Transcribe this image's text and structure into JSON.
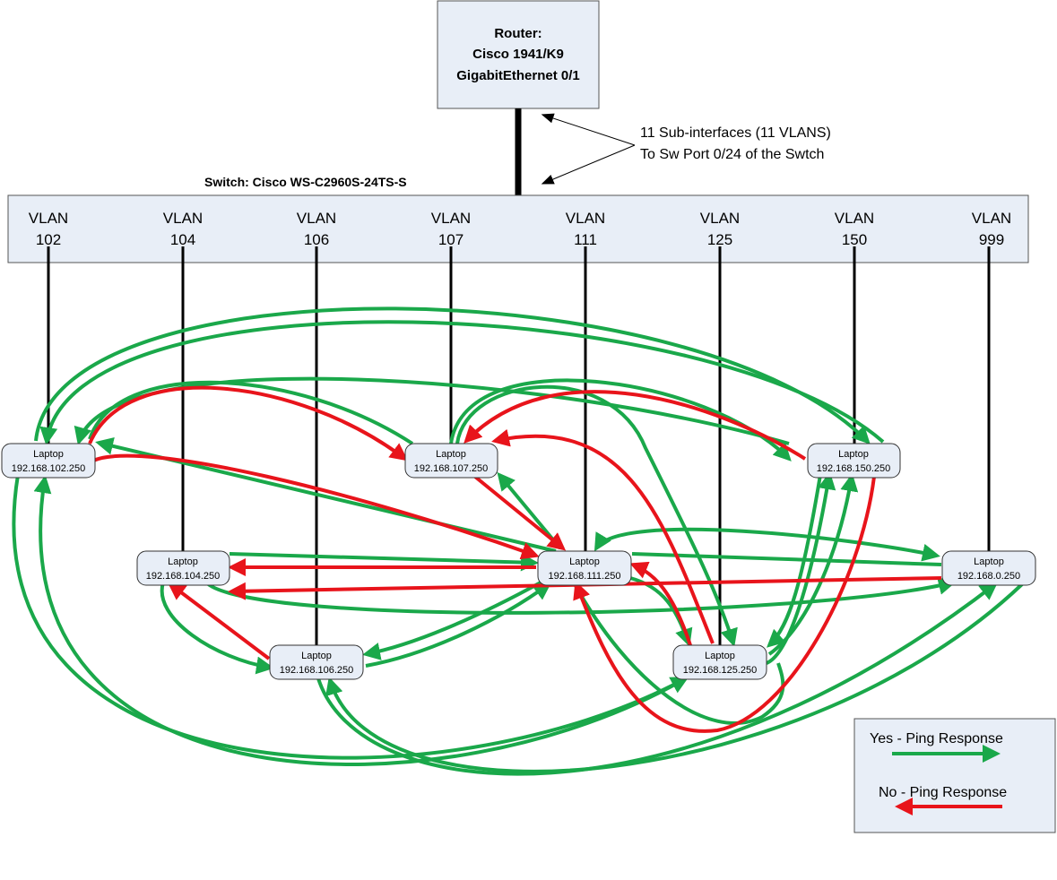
{
  "router": {
    "line1": "Router:",
    "line2": "Cisco 1941/K9",
    "line3": "GigabitEthernet 0/1"
  },
  "trunk_note": {
    "line1": "11 Sub-interfaces (11 VLANS)",
    "line2": "To Sw Port 0/24 of the Swtch"
  },
  "switch_label": "Switch: Cisco WS-C2960S-24TS-S",
  "vlans": [
    {
      "label": "VLAN",
      "id": "102"
    },
    {
      "label": "VLAN",
      "id": "104"
    },
    {
      "label": "VLAN",
      "id": "106"
    },
    {
      "label": "VLAN",
      "id": "107"
    },
    {
      "label": "VLAN",
      "id": "111"
    },
    {
      "label": "VLAN",
      "id": "125"
    },
    {
      "label": "VLAN",
      "id": "150"
    },
    {
      "label": "VLAN",
      "id": "999"
    }
  ],
  "laptops": [
    {
      "name": "Laptop",
      "ip": "192.168.102.250"
    },
    {
      "name": "Laptop",
      "ip": "192.168.107.250"
    },
    {
      "name": "Laptop",
      "ip": "192.168.150.250"
    },
    {
      "name": "Laptop",
      "ip": "192.168.104.250"
    },
    {
      "name": "Laptop",
      "ip": "192.168.111.250"
    },
    {
      "name": "Laptop",
      "ip": "192.168.0.250"
    },
    {
      "name": "Laptop",
      "ip": "192.168.106.250"
    },
    {
      "name": "Laptop",
      "ip": "192.168.125.250"
    }
  ],
  "legend": {
    "yes": "Yes - Ping Response",
    "no": "No - Ping Response"
  },
  "colors": {
    "yes": "#1aa84a",
    "no": "#e8141b",
    "box_fill": "#e8eef7"
  }
}
